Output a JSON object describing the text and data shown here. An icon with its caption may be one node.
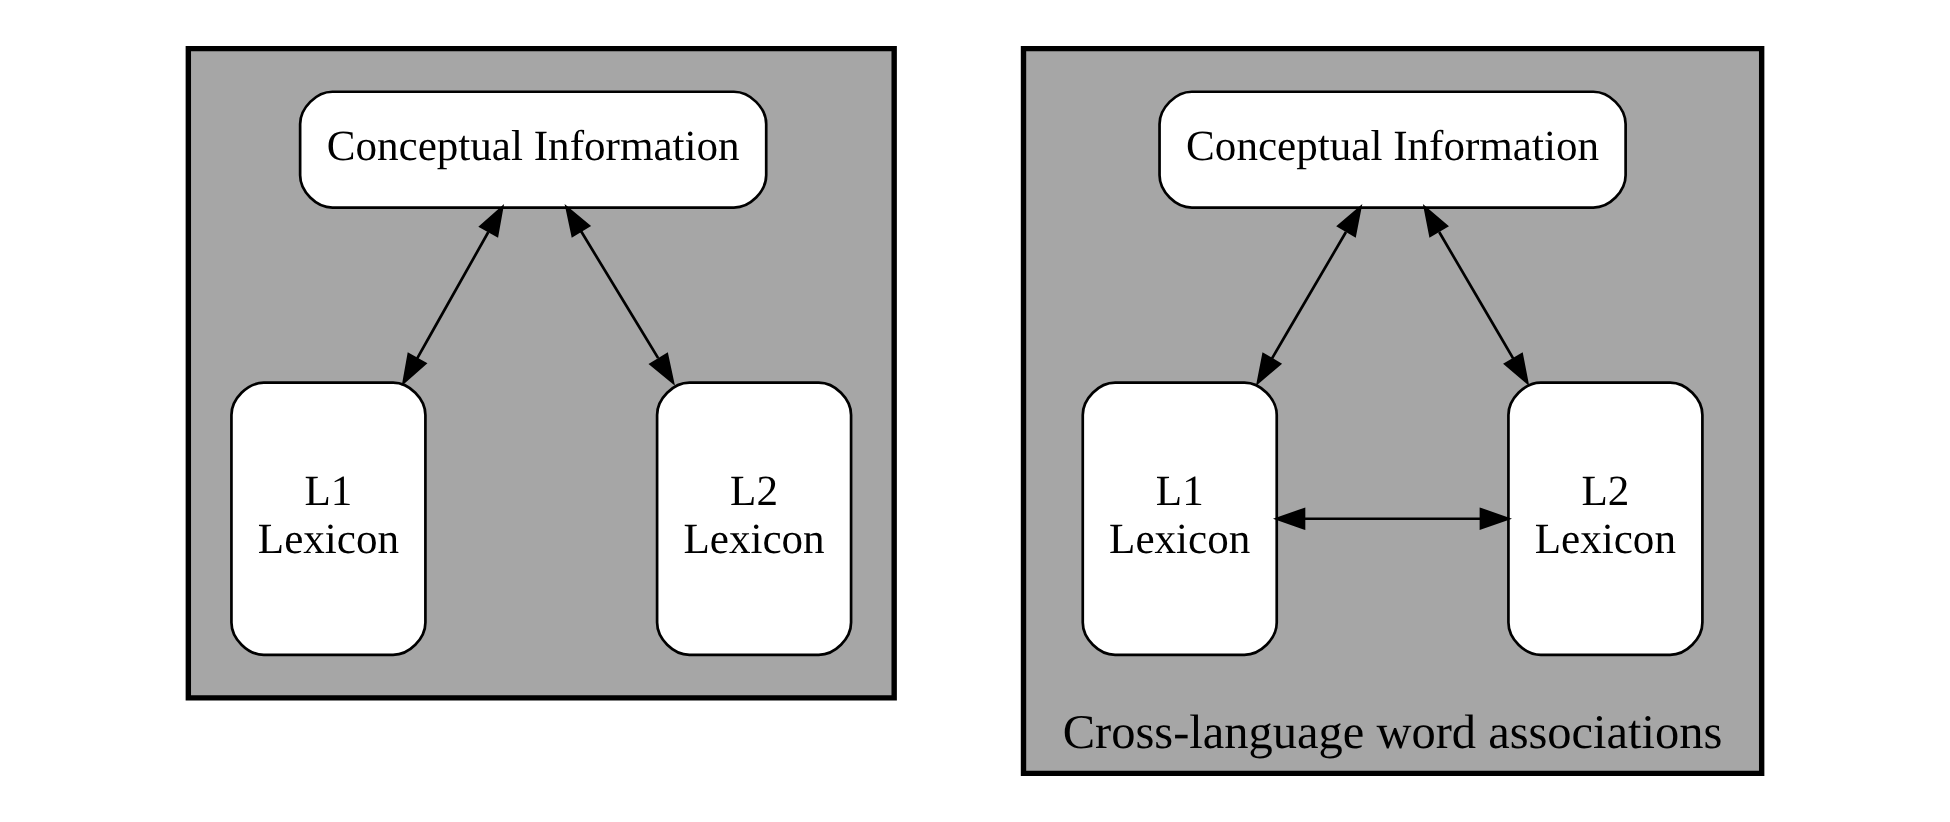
{
  "diagram": {
    "nodes": [
      {
        "text": [],
        "shape": "box"
      },
      {
        "text": [
          "Conceptual Information"
        ],
        "in": 0
      },
      {
        "text": [
          "L1 Lexicon"
        ],
        "in": 0
      },
      {
        "text": [
          "L2 Lexicon"
        ],
        "in": 0
      },
      {
        "text": [
          "Cross-language word associations"
        ]
      },
      {
        "text": [
          "Conceptual Information"
        ],
        "in": 4
      },
      {
        "text": [
          "L1 Lexicon"
        ],
        "in": 4
      },
      {
        "text": [
          "L2 Lexicon"
        ],
        "in": 4
      }
    ],
    "edges": [
      {
        "from": 1,
        "to": 2,
        "arrow": "both"
      },
      {
        "from": 1,
        "to": 3,
        "arrow": "both"
      },
      {
        "from": 5,
        "to": 6,
        "arrow": "both"
      },
      {
        "from": 5,
        "to": 7,
        "arrow": "both"
      },
      {
        "from": 6,
        "to": 7,
        "arrow": "both"
      }
    ]
  }
}
